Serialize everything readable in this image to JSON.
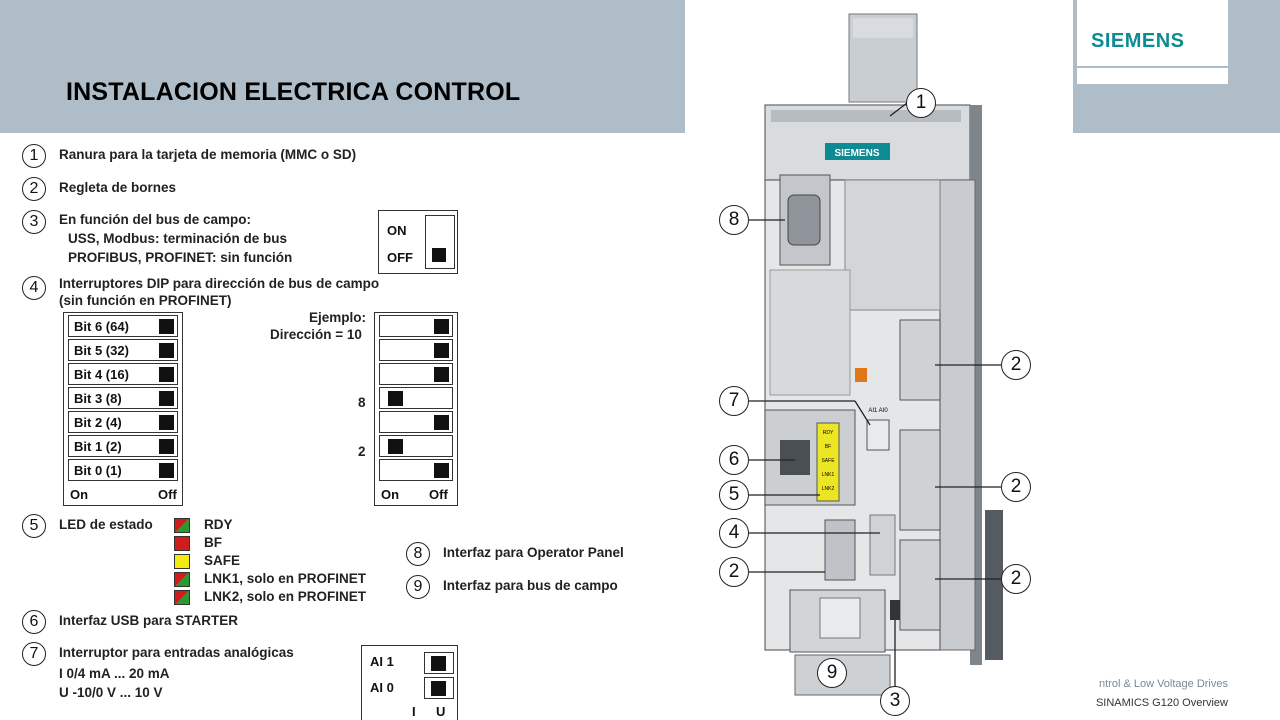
{
  "header": {
    "title": "INSTALACION ELECTRICA CONTROL",
    "logo": "SIEMENS"
  },
  "legend": {
    "items": [
      {
        "num": "1",
        "text": "Ranura para la tarjeta de memoria (MMC o SD)"
      },
      {
        "num": "2",
        "text": "Regleta de bornes"
      },
      {
        "num": "3",
        "text": "En función del bus de campo:",
        "sub": [
          "USS, Modbus: terminación de bus",
          "PROFIBUS, PROFINET: sin función"
        ]
      },
      {
        "num": "4",
        "text": "Interruptores DIP para dirección de bus de campo",
        "sub": [
          "(sin función en PROFINET)"
        ]
      },
      {
        "num": "5",
        "text": "LED de estado"
      },
      {
        "num": "6",
        "text": "Interfaz USB para STARTER"
      },
      {
        "num": "7",
        "text": "Interruptor para entradas analógicas",
        "sub": [
          "I     0/4 mA ... 20 mA",
          "U    -10/0 V ... 10 V"
        ]
      },
      {
        "num": "8",
        "text": "Interfaz para Operator Panel"
      },
      {
        "num": "9",
        "text": "Interfaz para bus de campo"
      }
    ],
    "on_label": "ON",
    "off_label": "OFF",
    "bits": [
      "Bit 6 (64)",
      "Bit 5 (32)",
      "Bit 4 (16)",
      "Bit 3 (8)",
      "Bit 2 (4)",
      "Bit 1 (2)",
      "Bit 0 (1)"
    ],
    "dip_on": "On",
    "dip_off": "Off",
    "example_label": "Ejemplo:",
    "example_address": "Dirección = 10",
    "example_values": [
      "8",
      "2"
    ],
    "leds": [
      {
        "label": "RDY",
        "color": "split"
      },
      {
        "label": "BF",
        "color": "red"
      },
      {
        "label": "SAFE",
        "color": "yellow"
      },
      {
        "label": "LNK1, solo en PROFINET",
        "color": "split"
      },
      {
        "label": "LNK2, solo en PROFINET",
        "color": "split"
      }
    ],
    "ai_labels": [
      "AI 1",
      "AI 0"
    ],
    "ai_foot": [
      "I",
      "U"
    ]
  },
  "device": {
    "brand": "SIEMENS",
    "callouts": [
      "1",
      "8",
      "2",
      "7",
      "6",
      "5",
      "4",
      "2",
      "2",
      "2",
      "9",
      "3"
    ],
    "led_tags": [
      "RDY",
      "BF",
      "SAFE",
      "LNK1",
      "LNK2"
    ],
    "ai_tag": "AI1 AI0"
  },
  "footer": {
    "line1": "ntrol & Low Voltage Drives",
    "line2": "SINAMICS G120 Overview"
  },
  "colors": {
    "header": "#aebdc8",
    "brand": "#0e8a92",
    "led_red": "#d01c1c",
    "led_green": "#2a9a2e",
    "led_yellow": "#f3ea12"
  }
}
